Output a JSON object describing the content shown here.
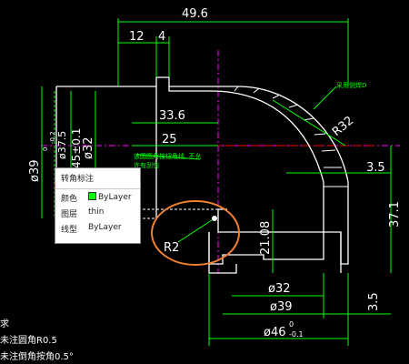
{
  "drawing": {
    "dimensions": {
      "top_width": "49.6",
      "top_12": "12",
      "top_4": "4",
      "d_33_6": "33.6",
      "d_25": "25",
      "r32": "R32",
      "d_3_5_right": "3.5",
      "d_37_1": "37.1",
      "d_21_08": "21.08",
      "d_phi32_bottom": "ø32",
      "d_phi39": "ø39",
      "d_phi46": "ø46",
      "d_phi46_tol": "0",
      "d_phi46_tol2": "-0.1",
      "d_3_5_bottom": "3.5",
      "r2": "R2",
      "v_phi39": "ø39",
      "v_phi39_tol": "0",
      "v_phi39_tol2": "-0.2",
      "v_phi37_5": "ø37.5",
      "v_phi32": "ø32",
      "v_45": "45±0.1"
    },
    "annotations": {
      "weld_note": "采用侧焊D",
      "middle_note": "该圆圆角按钮角线, 不允",
      "middle_note2": "许有刮伤"
    },
    "colors": {
      "background": "#000000",
      "geometry": "#ffffff",
      "dimension": "#00ff00",
      "center_line": "#ff00ff",
      "red_line": "#ff0000",
      "highlight_circle": "#f08030"
    }
  },
  "tooltip": {
    "title": "转角标注",
    "rows": [
      {
        "key": "颜色",
        "value": "ByLayer",
        "swatch": "#00ff00"
      },
      {
        "key": "图层",
        "value": "thin"
      },
      {
        "key": "线型",
        "value": "ByLayer"
      }
    ]
  },
  "notes": {
    "line1": "求",
    "line2": "未注圆角R0.5",
    "line3": "未注倒角按角0.5°"
  }
}
